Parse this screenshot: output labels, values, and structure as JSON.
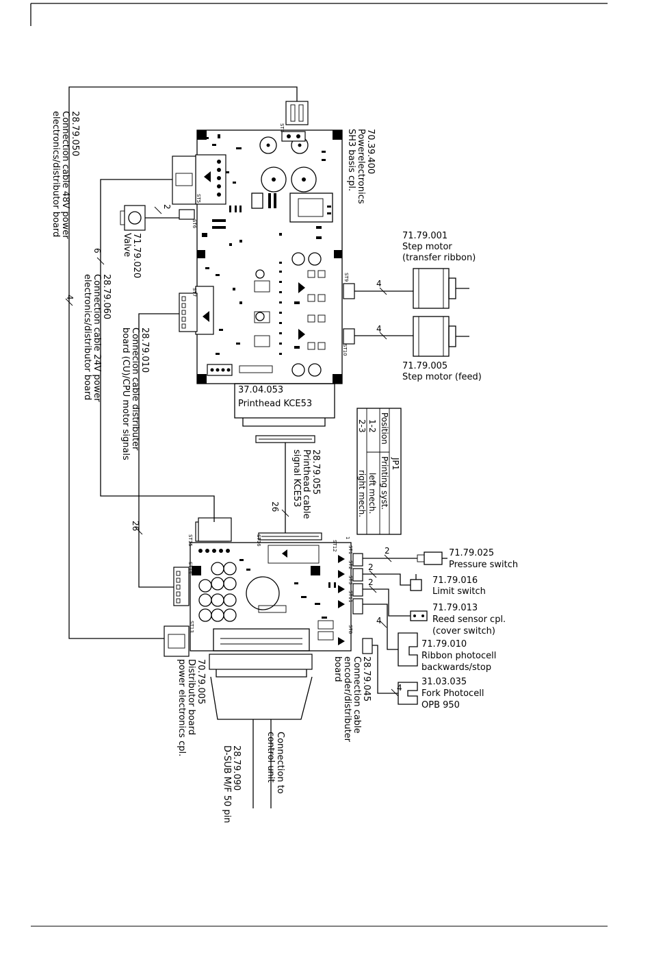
{
  "power_board": {
    "number": "70.39.400",
    "lines": [
      "Powerelectronics",
      "SH3 basis cpl."
    ]
  },
  "cable_48v": {
    "number": "28.79.050",
    "lines": [
      "Connection cable 48V power",
      "electronics/distributor board"
    ],
    "wires": "4"
  },
  "valve": {
    "number": "71.79.020",
    "name": "Valve",
    "wires": "2"
  },
  "cable_24v": {
    "number": "28.79.060",
    "lines": [
      "Connection cable 24V power",
      "electronics/distributor board"
    ],
    "wires": "6"
  },
  "cable_motor": {
    "number": "28.79.010",
    "lines": [
      "Connecion cable distributer",
      "board (CU)/CPU motor signals"
    ],
    "wires": "26"
  },
  "step_motor_ribbon": {
    "number": "71.79.001",
    "lines": [
      "Step motor",
      "(transfer ribbon)"
    ],
    "wires": "4"
  },
  "step_motor_feed": {
    "number": "71.79.005",
    "name": "Step motor (feed)",
    "wires": "4"
  },
  "printhead": {
    "number": "37.04.053",
    "name": "Printhead KCE53"
  },
  "printhead_cable": {
    "number": "28.79.055",
    "lines": [
      "Printhead cable",
      "signal KCE53"
    ],
    "wires": "26"
  },
  "jp1_table": {
    "title": "JP1",
    "headers": [
      "Position",
      "Printing syst."
    ],
    "rows": [
      [
        "1-2",
        "left mech."
      ],
      [
        "2-3",
        "right mech."
      ]
    ]
  },
  "pressure_switch": {
    "number": "71.79.025",
    "name": "Pressure switch",
    "wires": "2"
  },
  "limit_switch": {
    "number": "71.79.016",
    "name": "Limit switch",
    "wires": "2"
  },
  "reed_sensor": {
    "number": "71.79.013",
    "lines": [
      "Reed sensor cpl.",
      "(cover switch)"
    ],
    "wires": "2"
  },
  "ribbon_photocell": {
    "number": "71.79.010",
    "lines": [
      "Ribbon photocell",
      "backwards/stop"
    ],
    "wires": "4"
  },
  "fork_photocell": {
    "number": "31.03.035",
    "lines": [
      "Fork Photocell",
      "OPB 950"
    ],
    "wires": "4"
  },
  "encoder_cable": {
    "number": "28.79.045",
    "lines": [
      "Connection cable",
      "encoder/distributer",
      "board"
    ]
  },
  "distributor_board": {
    "number": "70.79.005",
    "lines": [
      "Distributor board",
      "power electronics cpl."
    ]
  },
  "control_connection": {
    "lines": [
      "Connection to",
      "control unit"
    ]
  },
  "dsub_cable": {
    "number": "28.79.090",
    "name": "D-SUB M/F 50 pin"
  },
  "connector_labels": {
    "st4": "ST4",
    "st5": "ST5",
    "st6": "ST6",
    "st7": "ST7",
    "st9": "ST9",
    "st10": "ST10",
    "st1": "ST1",
    "st2": "ST2",
    "st3": "ST3",
    "st8": "ST8",
    "st11": "ST11",
    "st12": "ST12",
    "st13": "ST13",
    "st14": "ST14",
    "st15": "ST15",
    "st16": "ST16",
    "pin1": "1"
  }
}
